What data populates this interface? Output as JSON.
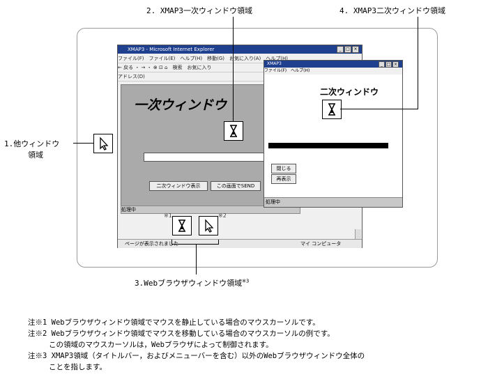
{
  "labels": {
    "primary_window_area": "2. XMAP3一次ウィンドウ領域",
    "secondary_window_area": "4. XMAP3二次ウィンドウ領域",
    "other_window_area_line1": "1.他ウィンドウ",
    "other_window_area_line2": "領域",
    "browser_window_area": "3.Webブラウザウィンドウ領域",
    "browser_window_area_sup": "※3",
    "marker_1": "※1",
    "marker_2": "※2"
  },
  "browser": {
    "title": "XMAP3 - Microsoft Internet Explorer",
    "menu": "ファイル(F)　ファイル(E)　ヘルプ(H)　移動(G)　お気に入り(A)　ヘルプ(H)",
    "toolbar": "← 戻る ・ → ・ ⊗ ⊡ ⌂　検索　お気に入り",
    "address_label": "アドレス(D)",
    "primary_window_heading": "一次ウィンドウ",
    "btn_show_secondary": "二次ウィンドウ表示",
    "btn_send": "この画面でSEND",
    "status_processing": "処理中",
    "statusbar_text": "ページが表示されました",
    "statusbar_zone": "マイ コンピュータ"
  },
  "secondary_window": {
    "title": "XMAP3",
    "menu": "ファイル(F)　ヘルプ(H)",
    "heading": "二次ウィンドウ",
    "btn_close": "閉じる",
    "btn_redisplay": "再表示",
    "status_processing": "処理中"
  },
  "notes": {
    "n1": "注※1 Webブラウザウィンドウ領域でマウスを静止している場合のマウスカーソルです。",
    "n2_1": "注※2 Webブラウザウィンドウ領域でマウスを移動している場合のマウスカーソルの例です。",
    "n2_2": "この領域のマウスカーソルは，Webブラウザによって制御されます。",
    "n3_1": "注※3 XMAP3領域（タイトルバー，およびメニューバーを含む）以外のWebブラウザウィンドウ全体の",
    "n3_2": "ことを指します。"
  },
  "icons": [
    "hourglass-icon",
    "arrow-cursor-icon"
  ]
}
